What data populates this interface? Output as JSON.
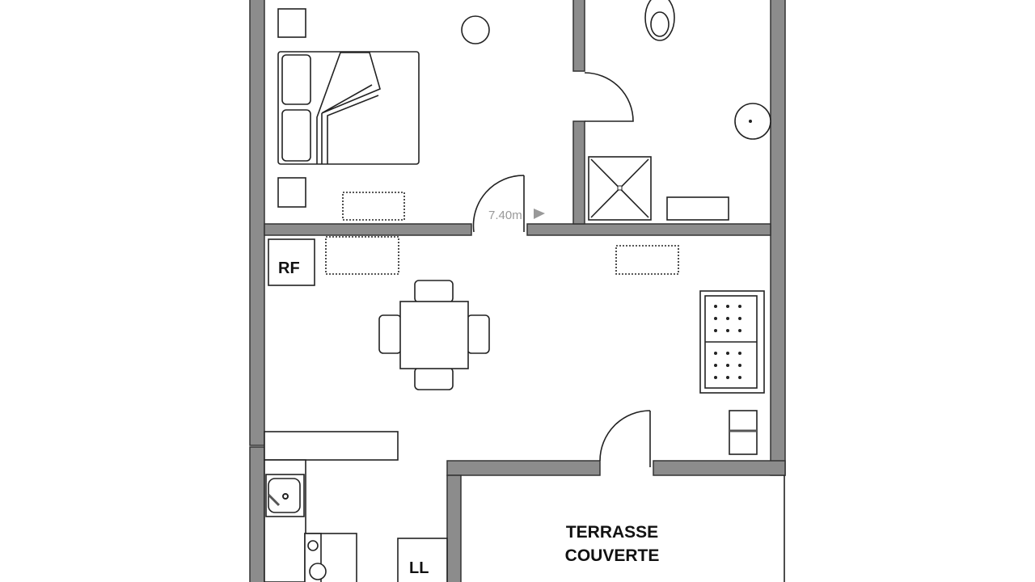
{
  "plan": {
    "dimension_label": "7.40m",
    "labels": {
      "fridge": "RF",
      "washing_machine": "LL",
      "terrace_line1": "TERRASSE",
      "terrace_line2": "COUVERTE"
    },
    "colors": {
      "wall": "#8c8c8c",
      "line": "#222222"
    }
  }
}
